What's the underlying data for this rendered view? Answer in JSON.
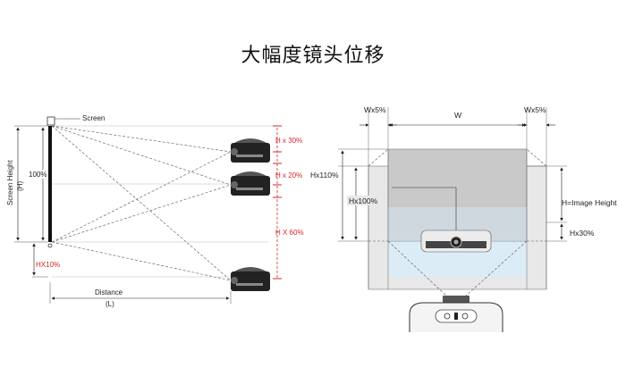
{
  "title": "大幅度镜头位移",
  "left_diagram": {
    "screen_label": "Screen",
    "screen_height_label": "Screen Height",
    "h_label": "(H)",
    "percent_100": "100%",
    "hx10": "HX10%",
    "distance_label": "Distance",
    "l_label": "(L)",
    "hx30": "H x 30%",
    "hx20": "H x 20%",
    "hx60": "H X 60%"
  },
  "right_diagram": {
    "wx5_left": "Wx5%",
    "w": "W",
    "wx5_right": "Wx5%",
    "hx110": "Hx110%",
    "hx100": "Hx100%",
    "h_image_height": "H=Image Height",
    "hx30": "Hx30%"
  },
  "colors": {
    "accent_red": "#d62828",
    "screen_gray": "#c9c9c9",
    "outer_gray": "#e8e8e8",
    "light_blue": "#dcecf7"
  }
}
